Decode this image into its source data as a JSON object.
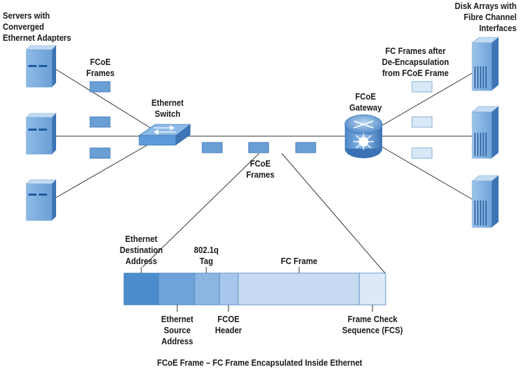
{
  "labels": {
    "servers": "Servers with\nConverged\nEthernet Adapters",
    "fcoe_frames_left": "FCoE\nFrames",
    "ethernet_switch": "Ethernet\nSwitch",
    "fcoe_frames_center": "FCoE\nFrames",
    "fcoe_gateway": "FCoE\nGateway",
    "fc_frames_after": "FC Frames after\nDe-Encapsulation\nfrom FCoE Frame",
    "disk_arrays": "Disk Arrays with\nFibre Channel\nInterfaces",
    "eth_dest": "Ethernet\nDestination\nAddress",
    "tag_8021q": "802.1q\nTag",
    "fc_frame": "FC Frame",
    "eth_source": "Ethernet\nSource\nAddress",
    "fcoe_header": "FCOE\nHeader",
    "fcs": "Frame Check\nSequence (FCS)",
    "caption": "FCoE Frame – FC Frame Encapsulated Inside Ethernet"
  },
  "icons": {
    "server": "server-icon",
    "switch": "ethernet-switch-icon",
    "gateway": "router-gateway-icon",
    "disk": "disk-array-icon",
    "frame": "frame-packet-icon"
  },
  "colors": {
    "fcoe_frame_block": "#6a9fd6",
    "fc_frame_block": "#d9e8f7",
    "device_blue": "#5b9bd9",
    "device_side": "#3d74b6",
    "segment_eth_dest": "#4a8ccc",
    "segment_eth_source": "#6ea3da",
    "segment_tag": "#8bb6e3",
    "segment_fcoe_header": "#a7c8ec",
    "segment_fc_frame": "#c7dcf2",
    "segment_fcs": "#dde9f7",
    "line": "#333333"
  }
}
